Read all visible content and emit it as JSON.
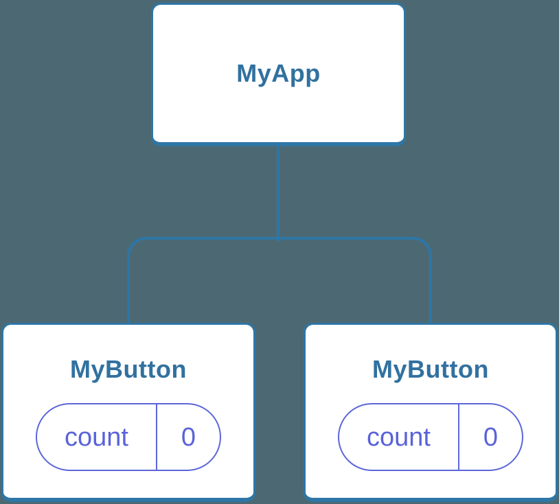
{
  "diagram": {
    "background_color": "#4c6973",
    "node_fill": "#ffffff",
    "stroke_color": "#2e76a6",
    "title_color": "#31719f",
    "state_color": "#5a63d8",
    "root": {
      "label": "MyApp"
    },
    "children": [
      {
        "label": "MyButton",
        "state": {
          "name": "count",
          "value": "0"
        }
      },
      {
        "label": "MyButton",
        "state": {
          "name": "count",
          "value": "0"
        }
      }
    ]
  }
}
